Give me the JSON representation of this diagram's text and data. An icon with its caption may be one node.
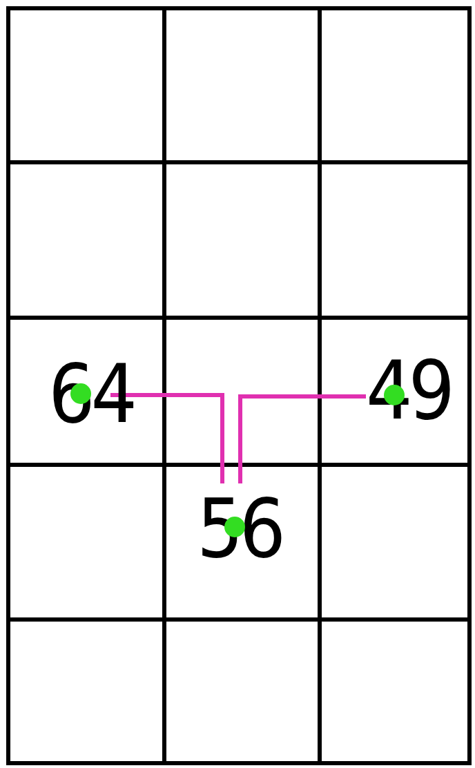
{
  "diagram": {
    "nodes": [
      {
        "text": [
          "64"
        ]
      },
      {
        "text": [
          "49"
        ]
      },
      {
        "text": [
          "56"
        ]
      }
    ],
    "edges": [
      {
        "from": 0,
        "to": 2,
        "arrow": "none"
      },
      {
        "from": 2,
        "to": 1,
        "arrow": "none"
      }
    ]
  }
}
